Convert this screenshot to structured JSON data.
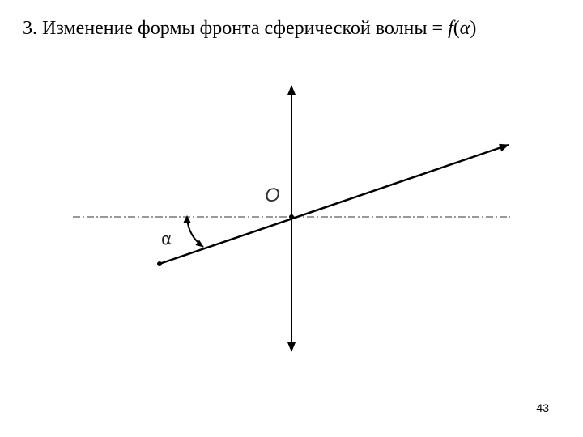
{
  "slide": {
    "title_text": "3. Изменение формы фронта сферической волны = ",
    "title_func": "f",
    "title_paren_open": "(",
    "title_arg": "α",
    "title_paren_close": ")",
    "page_number": "43"
  },
  "diagram": {
    "origin_label": "O",
    "angle_label": "α",
    "line_color": "#000000"
  }
}
